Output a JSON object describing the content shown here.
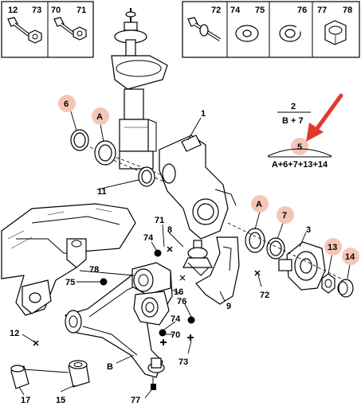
{
  "top_left_box": {
    "labels": [
      "12",
      "73",
      "70",
      "71"
    ]
  },
  "top_right_box": {
    "labels": [
      "72",
      "74",
      "75",
      "76",
      "77",
      "78"
    ]
  },
  "formula": {
    "fraction_numerator": "2",
    "fraction_denominator": "B + 7",
    "highlighted_value": "5",
    "sum": "A+6+7+13+14"
  },
  "callouts": {
    "n1": "1",
    "n2_A_left": "A",
    "n6": "6",
    "n11": "11",
    "nA_right": "A",
    "n7": "7",
    "n3": "3",
    "n13": "13",
    "n14": "14",
    "n8": "8",
    "n71": "71",
    "n74a": "74",
    "n78": "78",
    "n75": "75",
    "n16": "16",
    "n76": "76",
    "n74b": "74",
    "n70": "70",
    "n73": "73",
    "n72": "72",
    "n9": "9",
    "n12": "12",
    "nB": "B",
    "n17": "17",
    "n15": "15",
    "n77": "77"
  },
  "colors": {
    "highlight_fill": "#f4c6b8",
    "arrow": "#e03a2f",
    "line": "#000000"
  }
}
